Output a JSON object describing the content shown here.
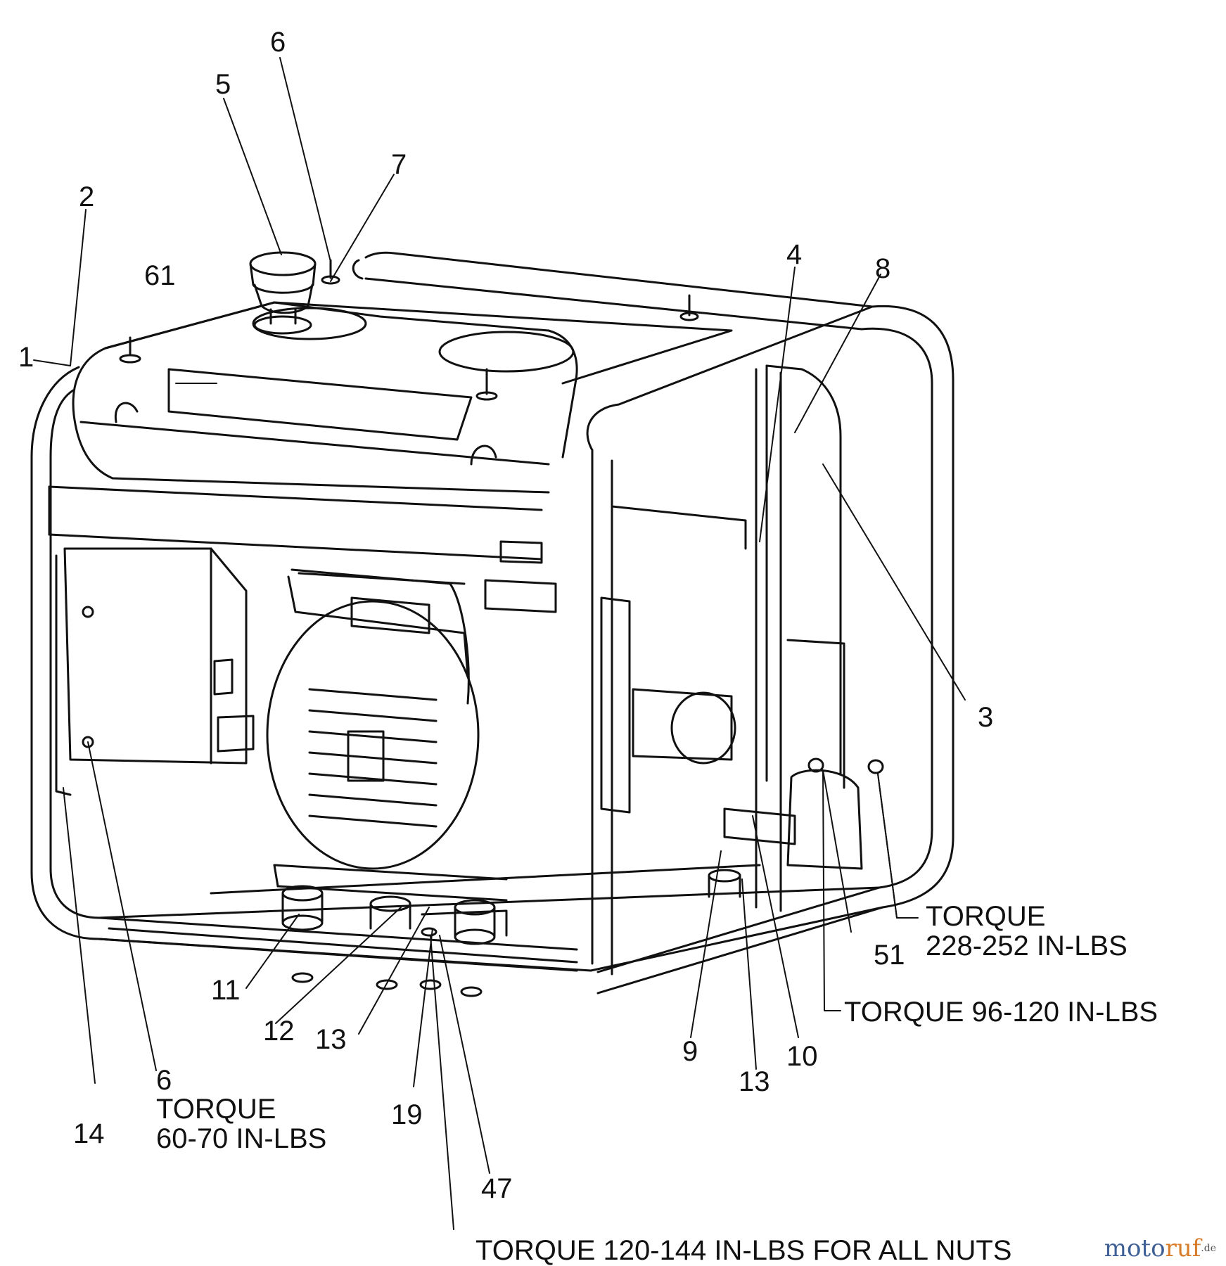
{
  "callouts": {
    "c1": "1",
    "c2": "2",
    "c3": "3",
    "c4": "4",
    "c5": "5",
    "c6_top": "6",
    "c6_bottom": "6",
    "c7": "7",
    "c8": "8",
    "c9": "9",
    "c10": "10",
    "c11": "11",
    "c12": "12",
    "c13_left": "13",
    "c13_right": "13",
    "c14": "14",
    "c19": "19",
    "c47": "47",
    "c51": "51",
    "c61": "61"
  },
  "torque": {
    "panel_line1": "TORQUE",
    "panel_line2": "60-70 IN-LBS",
    "right_line1": "TORQUE",
    "right_line2": "228-252 IN-LBS",
    "mid": "TORQUE 96-120 IN-LBS",
    "bottom": "TORQUE 120-144 IN-LBS FOR ALL NUTS"
  },
  "watermark": {
    "part1": "moto",
    "part2": "ruf",
    "part3": ".de"
  },
  "colors": {
    "line": "#111111",
    "background": "#ffffff",
    "watermark_blue": "#3e5f95",
    "watermark_orange": "#d67c2a"
  }
}
